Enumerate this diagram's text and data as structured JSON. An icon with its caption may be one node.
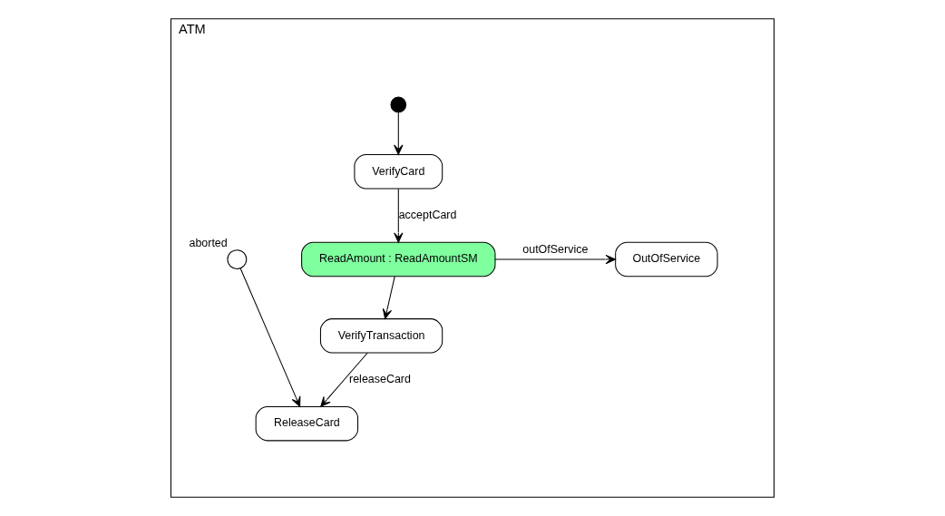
{
  "diagram": {
    "nodes": [
      {
        "text": [
          "ATM"
        ]
      },
      {
        "text": [],
        "shape": "circle",
        "in": 0
      },
      {
        "text": [
          "VerifyCard"
        ],
        "in": 0
      },
      {
        "text": [
          "ReadAmount : ReadAmountSM"
        ],
        "in": 0
      },
      {
        "text": [],
        "shape": "circle",
        "beside": [
          "aborted"
        ],
        "in": 0
      },
      {
        "text": [
          "OutOfService"
        ],
        "in": 0
      },
      {
        "text": [
          "VerifyTransaction"
        ],
        "in": 0
      },
      {
        "text": [
          "ReleaseCard"
        ],
        "in": 0
      }
    ],
    "edges": [
      {
        "from": 1,
        "to": 2,
        "arrow": "to"
      },
      {
        "from": 2,
        "to": 3,
        "arrow": "to",
        "label": "acceptCard"
      },
      {
        "from": 3,
        "to": 5,
        "arrow": "to",
        "label": "outOfService"
      },
      {
        "from": 3,
        "to": 6,
        "arrow": "to"
      },
      {
        "from": 4,
        "to": 7,
        "arrow": "to"
      },
      {
        "from": 6,
        "to": 7,
        "arrow": "to",
        "label": "releaseCard"
      }
    ]
  }
}
